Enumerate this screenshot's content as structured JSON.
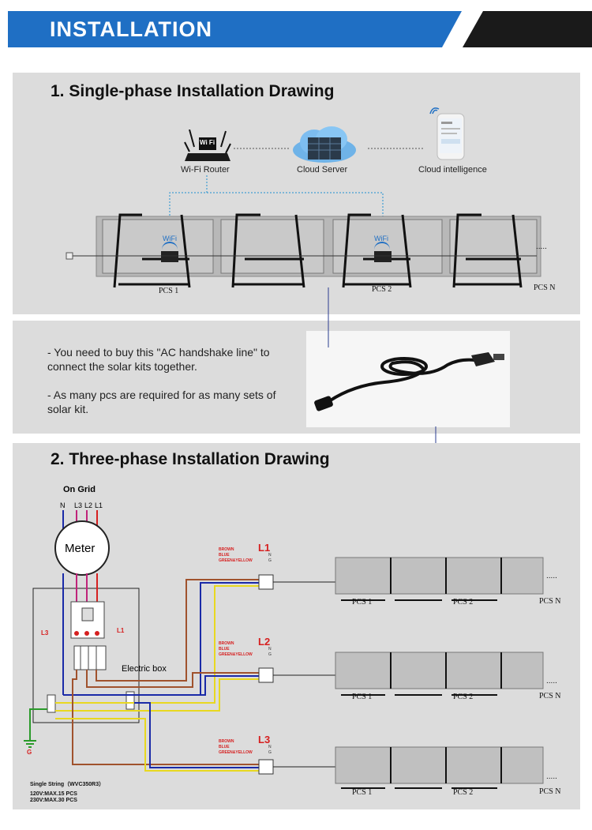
{
  "banner": {
    "title": "INSTALLATION"
  },
  "section1": {
    "heading": "1. Single-phase Installation Drawing",
    "router_label": "Wi-Fi Router",
    "router_sign": "Wi Fi",
    "cloud_label": "Cloud Server",
    "phone_label": "Cloud intelligence",
    "wifi_label": "WiFi",
    "pcs1": "PCS 1",
    "pcs2": "PCS 2",
    "pcsn": "PCS N",
    "dots": "....."
  },
  "note": {
    "line1": "- You need to buy this \"AC handshake line\" to connect the solar kits together.",
    "line2": "- As many pcs are required for as many sets of solar kit."
  },
  "section2": {
    "heading": "2. Three-phase Installation Drawing",
    "on_grid": "On Grid",
    "n": "N",
    "l3": "L3",
    "l2": "L2",
    "l1": "L1",
    "meter": "Meter",
    "electric_box": "Electric box",
    "box_l3": "L3",
    "box_l1": "L1",
    "ground": "G",
    "footer1": "Single String（WVC350R3）",
    "footer2": "120V:MAX.15 PCS",
    "footer3": "230V:MAX.30 PCS",
    "wires": {
      "brown": "BROWN",
      "blue": "BLUE",
      "gy": "GREEN&YELLOW",
      "l": "L",
      "n": "N",
      "g": "G"
    },
    "rows": [
      {
        "phase": "L1",
        "pcs1": "PCS 1",
        "pcs2": "PCS 2",
        "pcsn": "PCS N",
        "dots": "....."
      },
      {
        "phase": "L2",
        "pcs1": "PCS 1",
        "pcs2": "PCS 2",
        "pcsn": "PCS N",
        "dots": "....."
      },
      {
        "phase": "L3",
        "pcs1": "PCS 1",
        "pcs2": "PCS 2",
        "pcsn": "PCS N",
        "dots": "....."
      }
    ]
  },
  "colors": {
    "banner_blue": "#1f6fc4",
    "panel_grey": "#dcdcdc",
    "brown_wire": "#a0522d",
    "blue_wire": "#1a2aa8",
    "yellow_wire": "#e8d820",
    "red_wire": "#d62020"
  }
}
